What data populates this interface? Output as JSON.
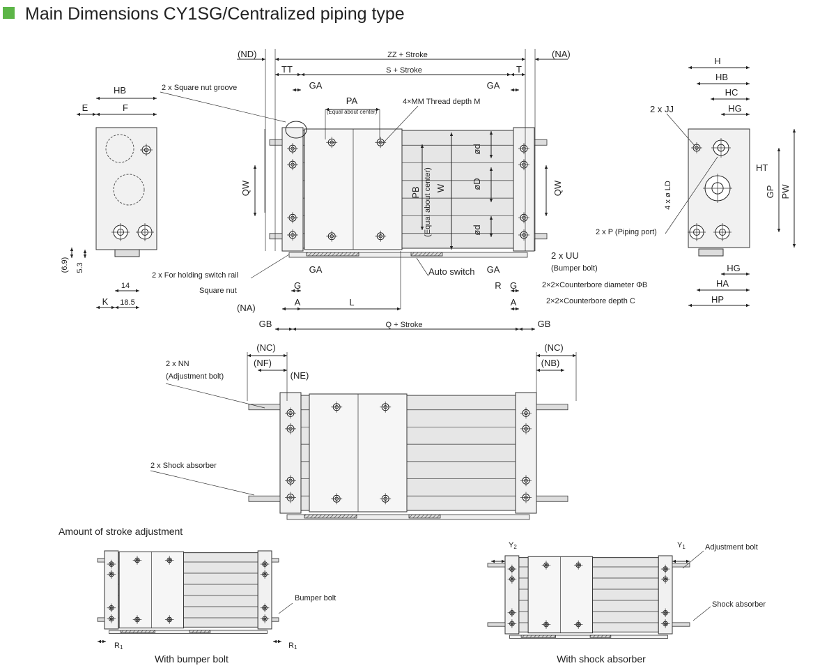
{
  "header": {
    "title": "Main Dimensions  CY1SG/Centralized piping type",
    "marker_color": "#5cb547"
  },
  "top_view": {
    "nd": "(ND)",
    "zz": "ZZ + Stroke",
    "na_top": "(NA)",
    "tt": "TT",
    "s": "S + Stroke",
    "t": "T",
    "ga1": "GA",
    "ga2": "GA",
    "pa": "PA",
    "pa_note": "(Equal about center)",
    "mm": "4×MM  Thread depth M",
    "square_nut_groove": "2 x Square nut groove",
    "qw_left": "QW",
    "pb": "PB",
    "pb_note": "(Equal about center)",
    "w": "W",
    "d1": "ød",
    "D": "øD",
    "d2": "ød",
    "qw_right": "QW",
    "switch_rail": "2 x For holding switch rail",
    "square_nut": "Square nut",
    "ga3": "GA",
    "auto_switch": "Auto switch",
    "ga4": "GA",
    "g1": "G",
    "r": "R",
    "g2": "G",
    "a1": "A",
    "l": "L",
    "a2": "A",
    "uu": "2 x  UU",
    "bumper_bolt": "(Bumper bolt)",
    "cb_dia": "2×2×Counterbore diameter ΦB",
    "cb_depth": "2×2×Counterbore depth C",
    "na_bottom": "(NA)",
    "gb1": "GB",
    "q": "Q + Stroke",
    "gb2": "GB"
  },
  "left_view": {
    "hb": "HB",
    "e": "E",
    "f": "F",
    "d69": "(6.9)",
    "d53": "5.3",
    "d14": "14",
    "k": "K",
    "d185": "18.5"
  },
  "right_view": {
    "h": "H",
    "hb": "HB",
    "hc": "HC",
    "jj": "2 x  JJ",
    "hg1": "HG",
    "ht": "HT",
    "ld": "4 x ø LD",
    "gp": "GP",
    "pw": "PW",
    "p": "2 x  P  (Piping port)",
    "hg2": "HG",
    "ha": "HA",
    "hp": "HP"
  },
  "middle_view": {
    "nc1": "(NC)",
    "nc2": "(NC)",
    "nf": "(NF)",
    "nb": "(NB)",
    "ne": "(NE)",
    "nn": "2 x  NN",
    "adj_bolt": "(Adjustment bolt)",
    "shock": "2 x Shock absorber"
  },
  "bottom": {
    "amount_title": "Amount of stroke adjustment",
    "bumper_bolt": "Bumper bolt",
    "r1a": "R",
    "r1a_sub": "1",
    "r1b": "R",
    "r1b_sub": "1",
    "cap_left": "With bumper bolt",
    "y2": "Y",
    "y2_sub": "2",
    "y1": "Y",
    "y1_sub": "1",
    "adj_bolt": "Adjustment bolt",
    "shock": "Shock absorber",
    "cap_right": "With shock absorber"
  }
}
